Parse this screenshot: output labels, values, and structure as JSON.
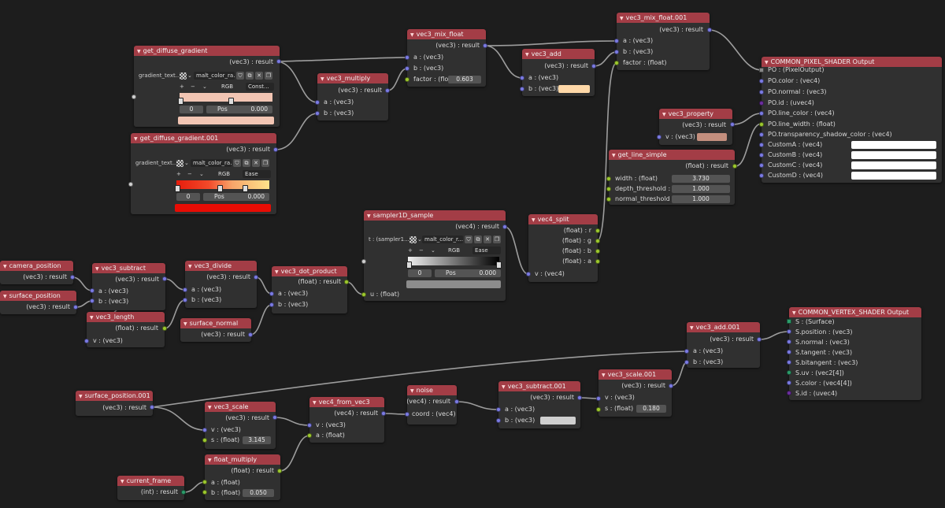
{
  "nodes": {
    "get_diffuse_gradient": {
      "title": "get_diffuse_gradient",
      "out": "(vec3) : result",
      "label": "gradient_text...",
      "tex": "malt_color_ra...",
      "mode": "RGB",
      "interp": "Const...",
      "index": "0",
      "pos_label": "Pos",
      "pos": "0.000"
    },
    "get_diffuse_gradient_001": {
      "title": "get_diffuse_gradient.001",
      "out": "(vec3) : result",
      "label": "gradient_text...",
      "tex": "malt_color_ra...",
      "mode": "RGB",
      "interp": "Ease",
      "index": "0",
      "pos_label": "Pos",
      "pos": "0.000"
    },
    "vec3_multiply": {
      "title": "vec3_multiply",
      "out": "(vec3) : result",
      "a": "a : (vec3)",
      "b": "b : (vec3)"
    },
    "vec3_mix_float": {
      "title": "vec3_mix_float",
      "out": "(vec3) : result",
      "a": "a : (vec3)",
      "b": "b : (vec3)",
      "factor": "factor : (float",
      "factor_val": "0.603"
    },
    "vec3_add": {
      "title": "vec3_add",
      "out": "(vec3) : result",
      "a": "a : (vec3)",
      "b": "b : (vec3)"
    },
    "vec3_mix_float_001": {
      "title": "vec3_mix_float.001",
      "out": "(vec3) : result",
      "a": "a : (vec3)",
      "b": "b : (vec3)",
      "factor": "factor : (float)"
    },
    "vec3_property": {
      "title": "vec3_property",
      "out": "(vec3) : result",
      "v": "v : (vec3)"
    },
    "get_line_simple": {
      "title": "get_line_simple",
      "out": "(float) : result",
      "width": "width : (float)",
      "width_val": "3.730",
      "depth": "depth_threshold : (flo...",
      "depth_val": "1.000",
      "normal": "normal_threshold : (fl...",
      "normal_val": "1.000"
    },
    "pixel_output": {
      "title": "COMMON_PIXEL_SHADER Output",
      "inputs": [
        "PO : (PixelOutput)",
        "PO.color : (vec4)",
        "PO.normal : (vec3)",
        "PO.id : (uvec4)",
        "PO.line_color : (vec4)",
        "PO.line_width : (float)",
        "PO.transparency_shadow_color : (vec4)",
        "CustomA : (vec4)",
        "CustomB : (vec4)",
        "CustomC : (vec4)",
        "CustomD : (vec4)"
      ]
    },
    "sampler1d_sample": {
      "title": "sampler1D_sample",
      "out": "(vec4) : result",
      "t": "t : (sampler1...",
      "tex": "malt_color_r...",
      "mode": "RGB",
      "interp": "Ease",
      "index": "0",
      "pos_label": "Pos",
      "pos": "0.000",
      "u": "u : (float)"
    },
    "vec4_split": {
      "title": "vec4_split",
      "r": "(float) : r",
      "g": "(float) : g",
      "b": "(float) : b",
      "a": "(float) : a",
      "v": "v : (vec4)"
    },
    "camera_position": {
      "title": "camera_position",
      "out": "(vec3) : result"
    },
    "surface_position": {
      "title": "surface_position",
      "out": "(vec3) : result"
    },
    "vec3_subtract": {
      "title": "vec3_subtract",
      "out": "(vec3) : result",
      "a": "a : (vec3)",
      "b": "b : (vec3)"
    },
    "vec3_divide": {
      "title": "vec3_divide",
      "out": "(vec3) : result",
      "a": "a : (vec3)",
      "b": "b : (vec3)"
    },
    "vec3_dot_product": {
      "title": "vec3_dot_product",
      "out": "(float) : result",
      "a": "a : (vec3)",
      "b": "b : (vec3)"
    },
    "vec3_length": {
      "title": "vec3_length",
      "out": "(float) : result",
      "v": "v : (vec3)"
    },
    "surface_normal": {
      "title": "surface_normal",
      "out": "(vec3) : result"
    },
    "vec3_add_001": {
      "title": "vec3_add.001",
      "out": "(vec3) : result",
      "a": "a : (vec3)",
      "b": "b : (vec3)"
    },
    "vertex_output": {
      "title": "COMMON_VERTEX_SHADER Output",
      "inputs": [
        "S : (Surface)",
        "S.position : (vec3)",
        "S.normal : (vec3)",
        "S.tangent : (vec3)",
        "S.bitangent : (vec3)",
        "S.uv : (vec2[4])",
        "S.color : (vec4[4])",
        "S.id : (uvec4)"
      ]
    },
    "surface_position_001": {
      "title": "surface_position.001",
      "out": "(vec3) : result"
    },
    "vec3_scale": {
      "title": "vec3_scale",
      "out": "(vec3) : result",
      "v": "v : (vec3)",
      "s": "s : (float)",
      "s_val": "3.145"
    },
    "vec4_from_vec3": {
      "title": "vec4_from_vec3",
      "out": "(vec4) : result",
      "v": "v : (vec3)",
      "a": "a : (float)"
    },
    "noise": {
      "title": "noise",
      "out": "(vec4) : result",
      "coord": "coord : (vec4)"
    },
    "vec3_subtract_001": {
      "title": "vec3_subtract.001",
      "out": "(vec3) : result",
      "a": "a : (vec3)",
      "b": "b : (vec3)"
    },
    "vec3_scale_001": {
      "title": "vec3_scale.001",
      "out": "(vec3) : result",
      "v": "v : (vec3)",
      "s": "s : (float)",
      "s_val": "0.180"
    },
    "float_multiply": {
      "title": "float_multiply",
      "out": "(float) : result",
      "a": "a : (float)",
      "b": "b : (float)",
      "b_val": "0.050"
    },
    "current_frame": {
      "title": "current_frame",
      "out": "(int) : result"
    }
  },
  "colors": {
    "header": "#a33d46",
    "node_bg": "#303030",
    "canvas": "#1d1d1d",
    "vec_socket": "#7b7be4",
    "float_socket": "#a1a1a1",
    "int_socket": "#2c9c6a",
    "vec3_add_b": "#ffd8a8",
    "vec3_property_v": "#c48f7e",
    "vec3_subtract_001_b": "#cfcfcf"
  }
}
